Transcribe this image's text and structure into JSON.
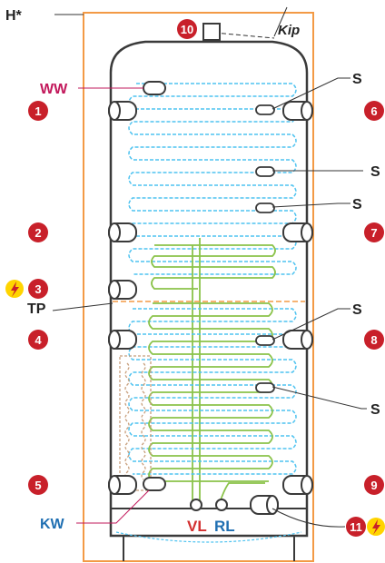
{
  "labels": {
    "height": "H*",
    "tilt": "Kip",
    "ww": "WW",
    "tp": "TP",
    "kw": "KW",
    "vl": "VL",
    "rl": "RL",
    "sensor": "S"
  },
  "ports": [
    "1",
    "2",
    "3",
    "4",
    "5",
    "6",
    "7",
    "8",
    "9",
    "10",
    "11"
  ],
  "colors": {
    "frame": "#f39a45",
    "tank": "#3a3a3a",
    "upper_coil": "#4fc3f0",
    "lower_coil": "#4fc3f0",
    "solar_coil": "#8bc34a",
    "pipe_coil": "#c89f7c",
    "port_badge": "#c8202a",
    "ww_text": "#c2185b",
    "kw_text": "#1f6fb2",
    "vl_text": "#d32f2f",
    "rl_text": "#1f6fb2",
    "electric": "#ffd400"
  },
  "icons": {
    "electric": "lightning-icon"
  }
}
